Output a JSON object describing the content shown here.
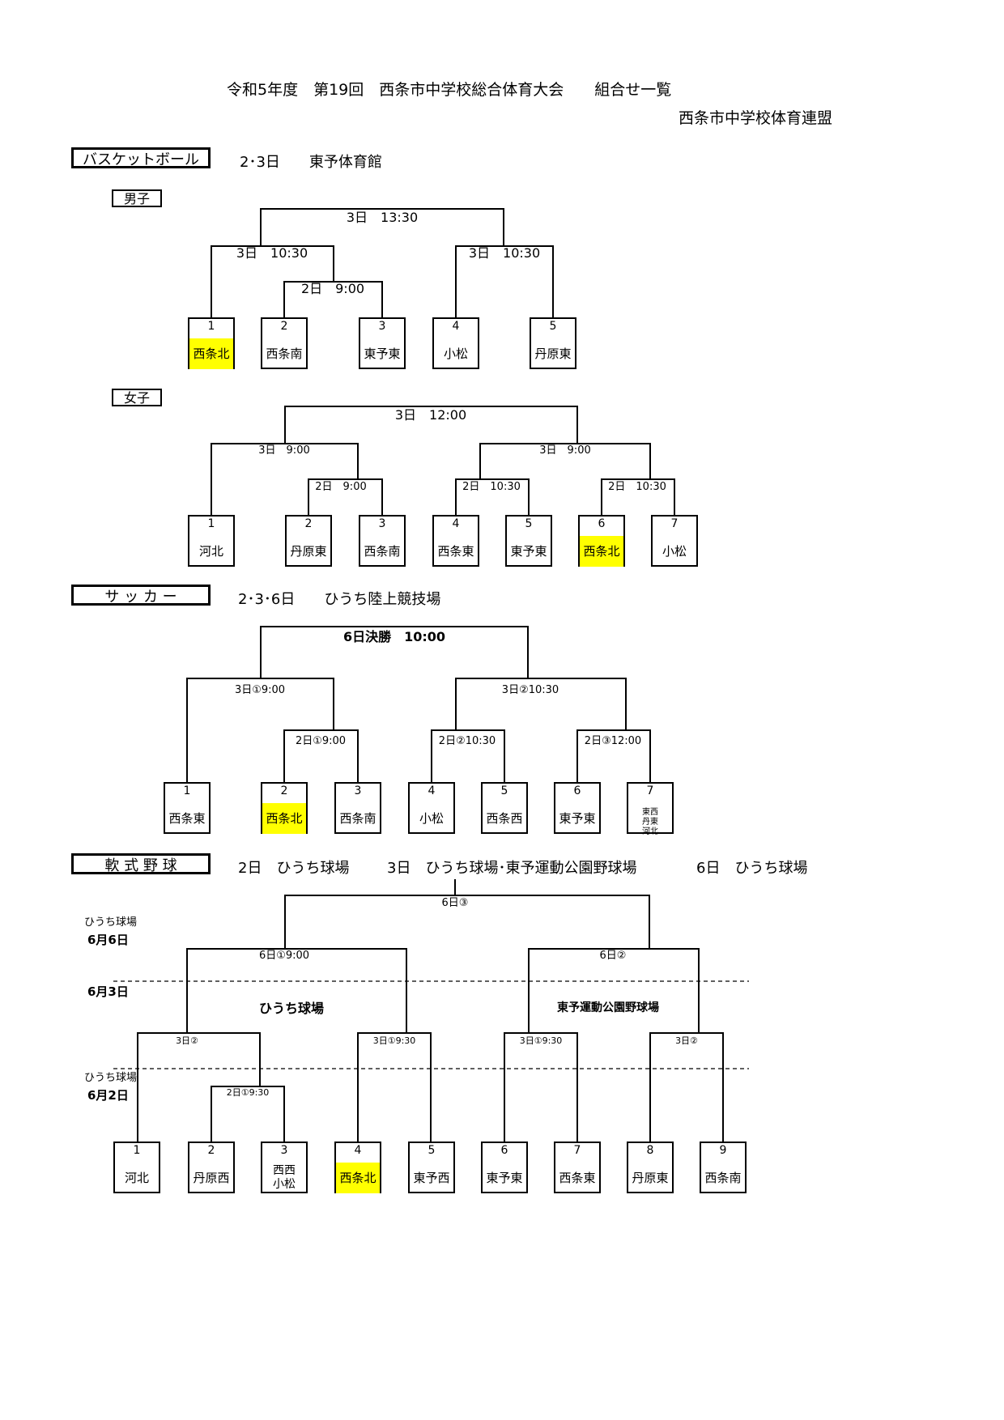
{
  "header": {
    "title": "令和5年度　第19回　西条市中学校総合体育大会　　組合せ一覧",
    "organizer": "西条市中学校体育連盟"
  },
  "basketball": {
    "label": "バスケットボール",
    "info": "2･3日　　東予体育館",
    "boys": {
      "label": "男子",
      "final": "3日　13:30",
      "semi_left": "3日　10:30",
      "semi_right": "3日　10:30",
      "first": "2日　9:00",
      "teams": [
        {
          "num": "1",
          "name": "西条北",
          "highlight": true
        },
        {
          "num": "2",
          "name": "西条南",
          "highlight": false
        },
        {
          "num": "3",
          "name": "東予東",
          "highlight": false
        },
        {
          "num": "4",
          "name": "小松",
          "highlight": false
        },
        {
          "num": "5",
          "name": "丹原東",
          "highlight": false
        }
      ]
    },
    "girls": {
      "label": "女子",
      "final": "3日　12:00",
      "semi_left": "3日　9:00",
      "semi_right": "3日　9:00",
      "r1_a": "2日　9:00",
      "r1_b": "2日　10:30",
      "r1_c": "2日　10:30",
      "teams": [
        {
          "num": "1",
          "name": "河北",
          "highlight": false
        },
        {
          "num": "2",
          "name": "丹原東",
          "highlight": false
        },
        {
          "num": "3",
          "name": "西条南",
          "highlight": false
        },
        {
          "num": "4",
          "name": "西条東",
          "highlight": false
        },
        {
          "num": "5",
          "name": "東予東",
          "highlight": false
        },
        {
          "num": "6",
          "name": "西条北",
          "highlight": true
        },
        {
          "num": "7",
          "name": "小松",
          "highlight": false
        }
      ]
    }
  },
  "soccer": {
    "label": "サ ッ カ ー",
    "info": "2･3･6日　　ひうち陸上競技場",
    "final": "6日決勝　10:00",
    "semi_left": "3日①9:00",
    "semi_right": "3日②10:30",
    "r1_a": "2日①9:00",
    "r1_b": "2日②10:30",
    "r1_c": "2日③12:00",
    "teams": [
      {
        "num": "1",
        "name": "西条東",
        "highlight": false
      },
      {
        "num": "2",
        "name": "西条北",
        "highlight": true
      },
      {
        "num": "3",
        "name": "西条南",
        "highlight": false
      },
      {
        "num": "4",
        "name": "小松",
        "highlight": false
      },
      {
        "num": "5",
        "name": "西条西",
        "highlight": false
      },
      {
        "num": "6",
        "name": "東予東",
        "highlight": false
      },
      {
        "num": "7",
        "name": "東西\n丹東\n河北",
        "highlight": false
      }
    ]
  },
  "baseball": {
    "label": "軟 式 野 球",
    "info1": "2日　ひうち球場",
    "info2": "3日　ひうち球場･東予運動公園野球場",
    "info3": "6日　ひうち球場",
    "final": "6日③",
    "semi_left": "6日①9:00",
    "semi_right": "6日②",
    "venue_left": "ひうち球場",
    "venue_right": "東予運動公園野球場",
    "q1": "3日②",
    "q2": "3日①9:30",
    "q3": "3日①9:30",
    "q4": "3日②",
    "r1": "2日①9:30",
    "date_labels": {
      "venue_top": "ひうち球場",
      "jun6": "6月6日",
      "jun3": "6月3日",
      "venue_mid": "ひうち球場",
      "jun2": "6月2日"
    },
    "teams": [
      {
        "num": "1",
        "name": "河北",
        "highlight": false
      },
      {
        "num": "2",
        "name": "丹原西",
        "highlight": false
      },
      {
        "num": "3",
        "name": "西西\n小松",
        "highlight": false
      },
      {
        "num": "4",
        "name": "西条北",
        "highlight": true
      },
      {
        "num": "5",
        "name": "東予西",
        "highlight": false
      },
      {
        "num": "6",
        "name": "東予東",
        "highlight": false
      },
      {
        "num": "7",
        "name": "西条東",
        "highlight": false
      },
      {
        "num": "8",
        "name": "丹原東",
        "highlight": false
      },
      {
        "num": "9",
        "name": "西条南",
        "highlight": false
      }
    ]
  },
  "colors": {
    "highlight": "#ffff00",
    "line": "#000000"
  }
}
